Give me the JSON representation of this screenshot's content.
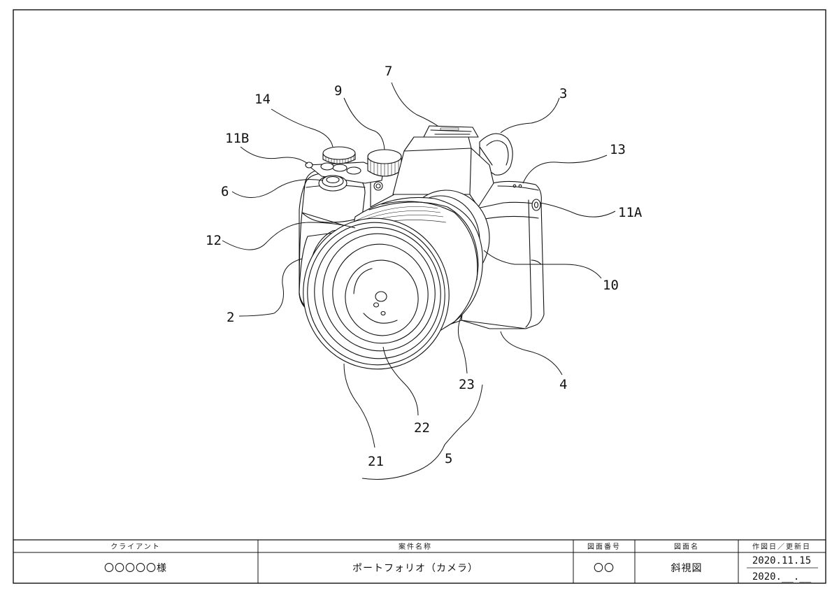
{
  "labels": {
    "l2": "2",
    "l3": "3",
    "l4": "4",
    "l5": "5",
    "l6": "6",
    "l7": "7",
    "l9": "9",
    "l10": "10",
    "l11a": "11A",
    "l11b": "11B",
    "l12": "12",
    "l13": "13",
    "l14": "14",
    "l21": "21",
    "l22": "22",
    "l23": "23"
  },
  "title_block": {
    "client_header": "クライアント",
    "project_header": "案件名称",
    "drawing_no_header": "図面番号",
    "drawing_name_header": "図面名",
    "date_header": "作図日／更新日",
    "client_value": "〇〇〇〇〇様",
    "project_value": "ポートフォリオ（カメラ）",
    "drawing_no_value": "〇〇",
    "drawing_name_value": "斜視図",
    "created_date": "2020.11.15",
    "updated_date": "2020.__.__"
  }
}
